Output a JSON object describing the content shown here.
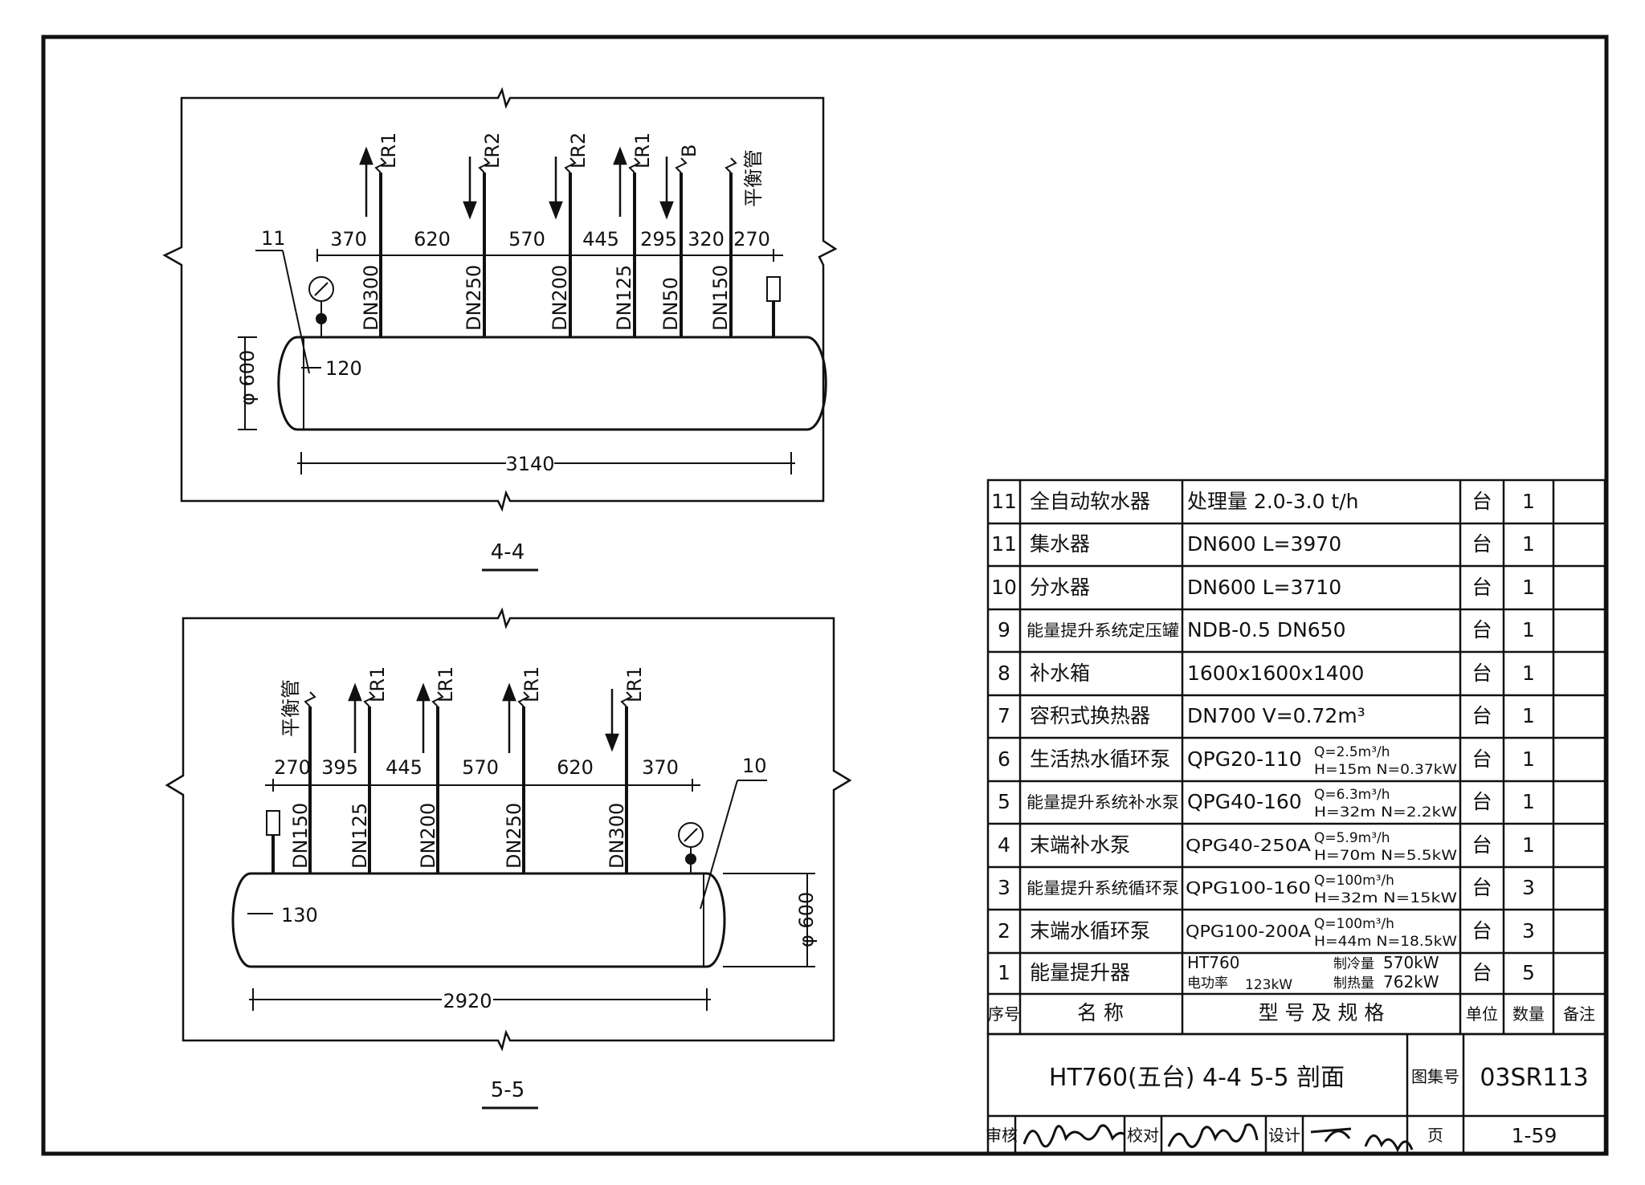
{
  "section_44": {
    "callout": "11",
    "pipes": [
      {
        "size": "DN300",
        "target": "LR1",
        "flow": "up"
      },
      {
        "size": "DN250",
        "target": "LR2",
        "flow": "down"
      },
      {
        "size": "DN200",
        "target": "LR2",
        "flow": "down"
      },
      {
        "size": "DN125",
        "target": "LR1",
        "flow": "up"
      },
      {
        "size": "DN50",
        "target": "B",
        "flow": "down"
      },
      {
        "size": "DN150",
        "target": "平衡管",
        "flow": "none"
      }
    ],
    "spacings": [
      "370",
      "620",
      "570",
      "445",
      "295",
      "320",
      "270"
    ],
    "end_offset": "120",
    "diameter": "φ 600",
    "length": "3140",
    "title": "4-4"
  },
  "section_55": {
    "callout": "10",
    "pipes": [
      {
        "size": "DN150",
        "target": "平衡管",
        "flow": "none"
      },
      {
        "size": "DN125",
        "target": "LR1",
        "flow": "up"
      },
      {
        "size": "DN200",
        "target": "LR1",
        "flow": "up"
      },
      {
        "size": "DN250",
        "target": "LR1",
        "flow": "up"
      },
      {
        "size": "DN300",
        "target": "LR1",
        "flow": "down"
      }
    ],
    "spacings": [
      "270",
      "395",
      "445",
      "570",
      "620",
      "370"
    ],
    "end_offset": "130",
    "diameter": "φ 600",
    "length": "2920",
    "title": "5-5"
  },
  "equipment_table": {
    "rows": [
      {
        "no": "11",
        "name": "全自动软水器",
        "model": "处理量 2.0-3.0 t/h",
        "unit": "台",
        "qty": "1",
        "note": ""
      },
      {
        "no": "11",
        "name": "集水器",
        "model": "DN600  L=3970",
        "unit": "台",
        "qty": "1",
        "note": ""
      },
      {
        "no": "10",
        "name": "分水器",
        "model": "DN600  L=3710",
        "unit": "台",
        "qty": "1",
        "note": ""
      },
      {
        "no": "9",
        "name": "能量提升系统定压罐",
        "model": "NDB-0.5  DN650",
        "unit": "台",
        "qty": "1",
        "note": ""
      },
      {
        "no": "8",
        "name": "补水箱",
        "model": "1600x1600x1400",
        "unit": "台",
        "qty": "1",
        "note": ""
      },
      {
        "no": "7",
        "name": "容积式换热器",
        "model": "DN700  V=0.72m³",
        "unit": "台",
        "qty": "1",
        "note": ""
      },
      {
        "no": "6",
        "name": "生活热水循环泵",
        "model": "QPG20-110",
        "spec1": "Q=2.5m³/h",
        "spec2": "H=15m N=0.37kW",
        "unit": "台",
        "qty": "1",
        "note": ""
      },
      {
        "no": "5",
        "name": "能量提升系统补水泵",
        "model": "QPG40-160",
        "spec1": "Q=6.3m³/h",
        "spec2": "H=32m N=2.2kW",
        "unit": "台",
        "qty": "1",
        "note": ""
      },
      {
        "no": "4",
        "name": "末端补水泵",
        "model": "QPG40-250A",
        "spec1": "Q=5.9m³/h",
        "spec2": "H=70m  N=5.5kW",
        "unit": "台",
        "qty": "1",
        "note": ""
      },
      {
        "no": "3",
        "name": "能量提升系统循环泵",
        "model": "QPG100-160",
        "spec1": "Q=100m³/h",
        "spec2": "H=32m N=15kW",
        "unit": "台",
        "qty": "3",
        "note": ""
      },
      {
        "no": "2",
        "name": "末端水循环泵",
        "model": "QPG100-200A",
        "spec1": "Q=100m³/h",
        "spec2": "H=44m N=18.5kW",
        "unit": "台",
        "qty": "3",
        "note": ""
      },
      {
        "no": "1",
        "name": "能量提升器",
        "model": "HT760",
        "power_label": "电功率",
        "power_value": "123kW",
        "cool_label": "制冷量",
        "cool_value": "570kW",
        "heat_label": "制热量",
        "heat_value": "762kW",
        "unit": "台",
        "qty": "5",
        "note": ""
      }
    ],
    "headers": {
      "no": "序号",
      "name": "名  称",
      "model": "型 号 及 规 格",
      "unit": "单位",
      "qty": "数量",
      "note": "备注"
    }
  },
  "title_block": {
    "drawing_title": "HT760(五台)  4-4  5-5  剖面",
    "atlas_label": "图集号",
    "atlas_no": "03SR113",
    "review_label": "审核",
    "check_label": "校对",
    "design_label": "设计",
    "page_label": "页",
    "page_no": "1-59"
  }
}
